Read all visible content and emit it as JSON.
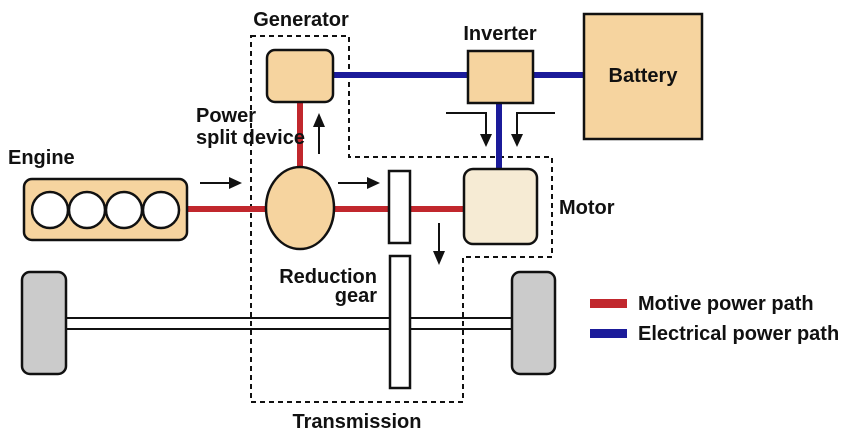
{
  "diagram": {
    "labels": {
      "engine": "Engine",
      "generator": "Generator",
      "inverter": "Inverter",
      "battery": "Battery",
      "power_split_line1": "Power",
      "power_split_line2": "split device",
      "motor": "Motor",
      "reduction_line1": "Reduction",
      "reduction_line2": "gear",
      "transmission": "Transmission"
    },
    "colors": {
      "component_fill": "#f6d49f",
      "motor_fill": "#f6ebd4",
      "wheel_fill": "#cbcbcb",
      "axle_fill": "#d2d2d2",
      "gear_fill": "#ffffff"
    }
  },
  "legend": [
    {
      "label": "Motive power path",
      "color": "#c1272d"
    },
    {
      "label": "Electrical power path",
      "color": "#1b1b9a"
    }
  ]
}
